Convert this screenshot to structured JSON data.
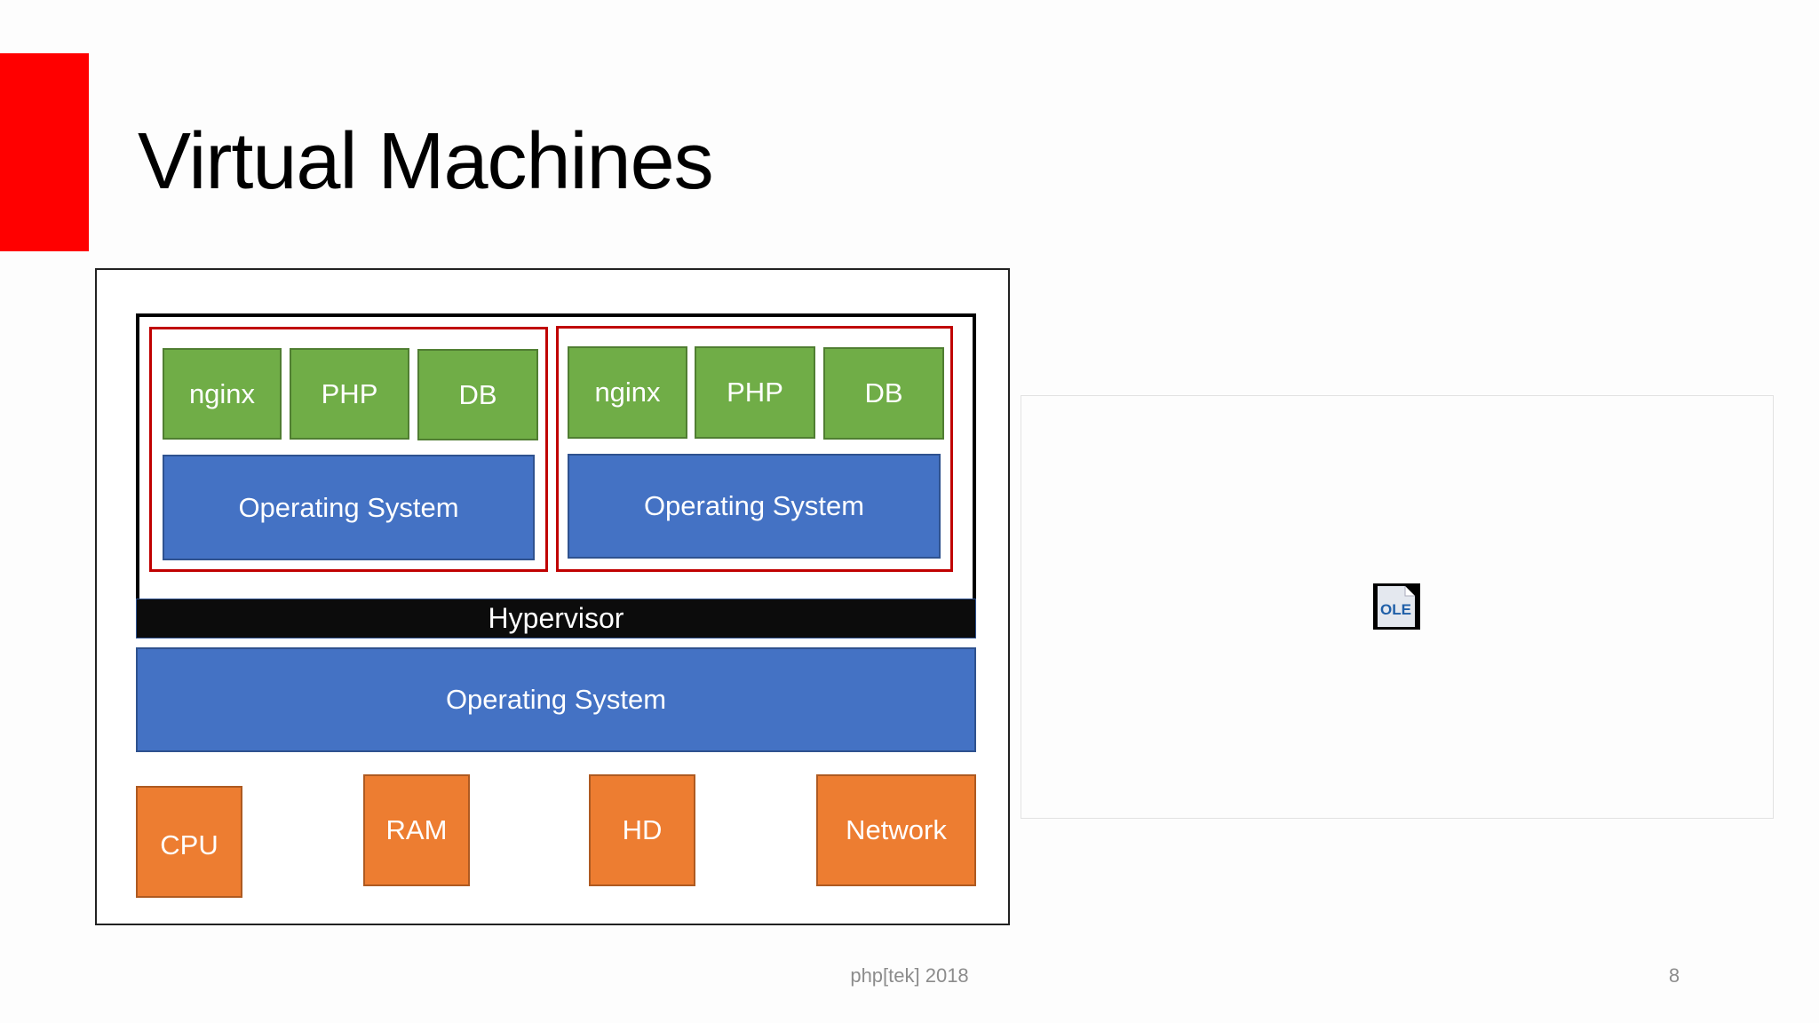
{
  "slide": {
    "title": "Virtual Machines",
    "accent_color": "#ff0000",
    "footer": "php[tek] 2018",
    "page_number": "8"
  },
  "diagram": {
    "vms": [
      {
        "apps": [
          "nginx",
          "PHP",
          "DB"
        ],
        "os": "Operating System"
      },
      {
        "apps": [
          "nginx",
          "PHP",
          "DB"
        ],
        "os": "Operating System"
      }
    ],
    "hypervisor": "Hypervisor",
    "host_os": "Operating System",
    "hardware": [
      "CPU",
      "RAM",
      "HD",
      "Network"
    ],
    "colors": {
      "app": "#70ad47",
      "os": "#4472c4",
      "hardware": "#ed7d31",
      "vm_border": "#c00000",
      "hypervisor": "#0c0c0c"
    }
  },
  "embedded_object": {
    "icon": "ole-object-icon",
    "label": "OLE"
  }
}
